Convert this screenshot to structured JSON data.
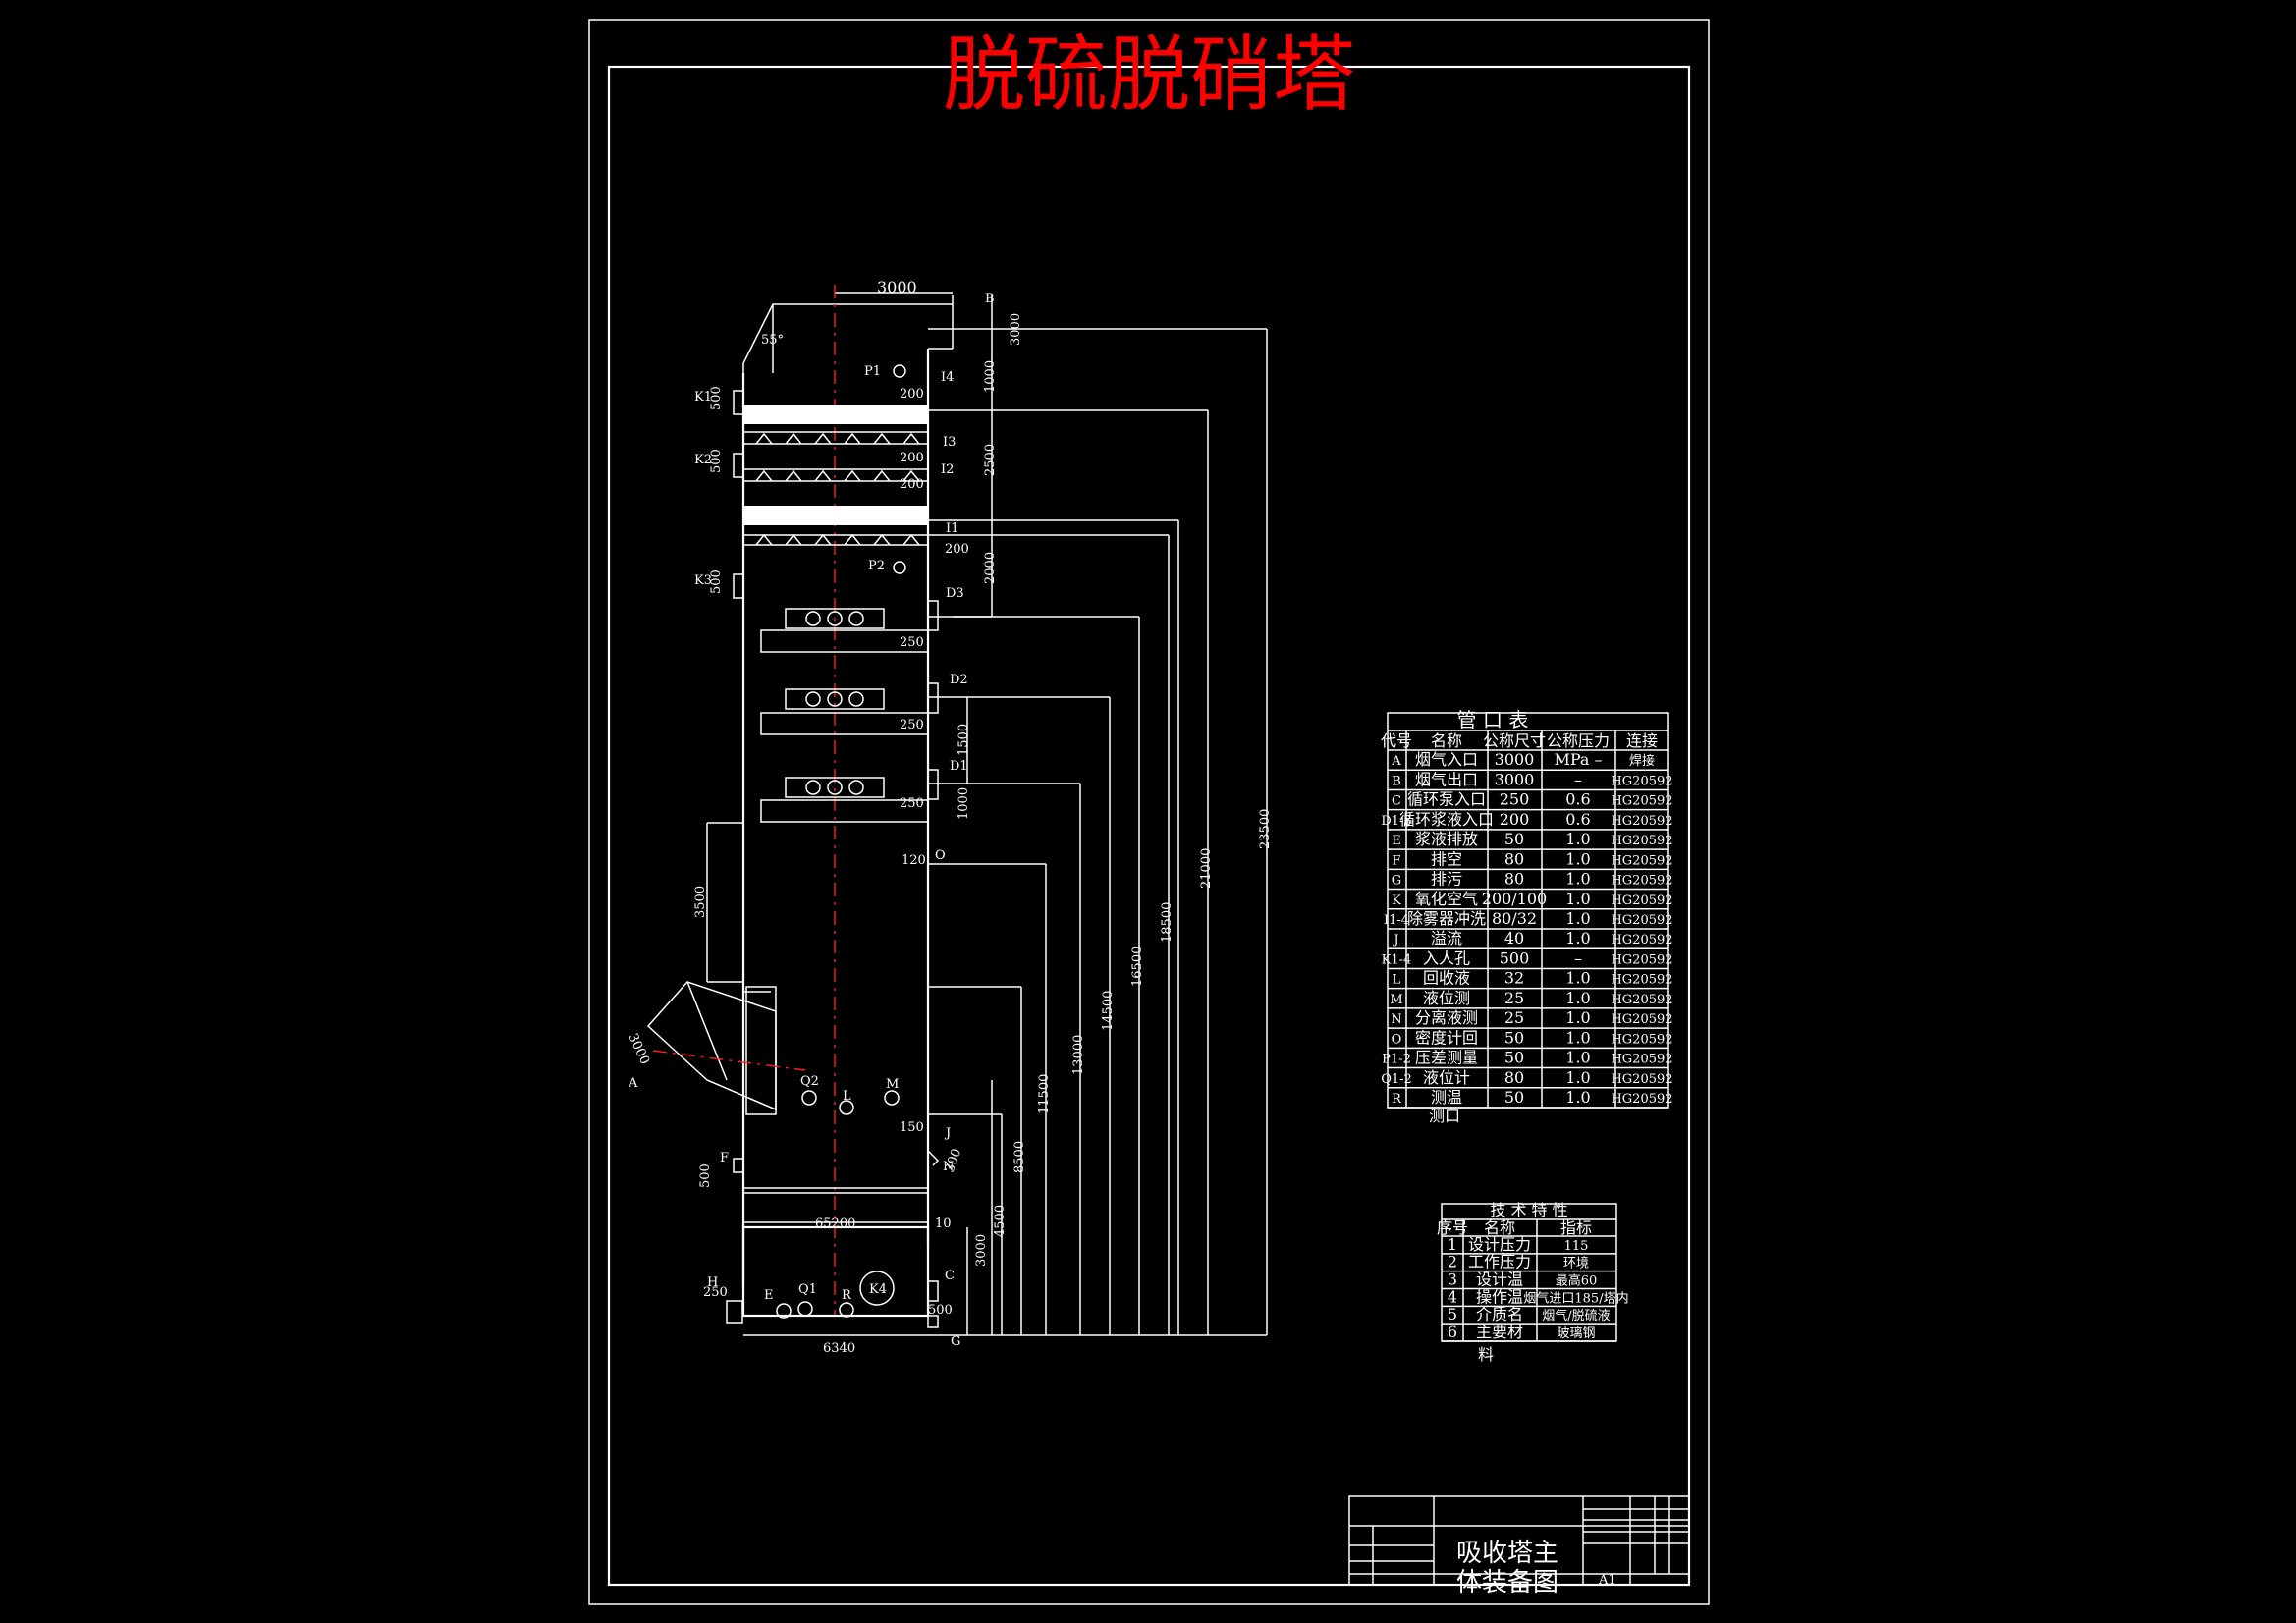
{
  "title": "脱硫脱硝塔",
  "drawing_title_line1": "吸收塔主",
  "drawing_title_line2": "体装备图",
  "sheet_size": "A1",
  "tower_labels": {
    "top_width": "3000",
    "top_B": "B",
    "top_height": "3000",
    "angle": "55°",
    "P1": "P1",
    "P2": "P2",
    "I1": "I1",
    "I2": "I2",
    "I3": "I3",
    "I4": "I4",
    "K1": "K1",
    "K2": "K2",
    "K3": "K3",
    "K4": "K4",
    "D1": "D1",
    "D2": "D2",
    "D3": "D3",
    "k500": "500",
    "d200": "200",
    "d1000": "1000",
    "d2500": "2500",
    "d2000": "2000",
    "d250": "250",
    "d1500": "1500",
    "d120": "120",
    "O": "O",
    "d3500": "3500",
    "d3000": "3000",
    "A": "A",
    "Q1": "Q1",
    "Q2": "Q2",
    "L": "L",
    "M": "M",
    "J": "J",
    "N": "N",
    "d150": "150",
    "d300": "300",
    "F": "F",
    "d500": "500",
    "d65200": "65200",
    "d10": "10",
    "E": "E",
    "R": "R",
    "C": "C",
    "G": "G",
    "d6340": "6340",
    "H": "H",
    "d4500": "4500",
    "v23500": "23500",
    "v21000": "21000",
    "v16500": "16500",
    "v18500": "18500",
    "v14500": "14500",
    "v13000": "13000",
    "v11500": "11500",
    "v8500": "8500",
    "v3000": "3000"
  },
  "nozzle_table": {
    "caption": "管 口 表",
    "headers": [
      "代号",
      "名称",
      "公称尺寸",
      "公称压力",
      "连接"
    ],
    "rows": [
      [
        "A",
        "烟气入口",
        "3000",
        "MPa –",
        "焊接"
      ],
      [
        "B",
        "烟气出口",
        "3000",
        "–",
        "HG20592"
      ],
      [
        "C",
        "循环泵入口",
        "250",
        "0.6",
        "HG20592"
      ],
      [
        "D1-3",
        "循环浆液入口",
        "200",
        "0.6",
        "HG20592"
      ],
      [
        "E",
        "浆液排放",
        "50",
        "1.0",
        "HG20592"
      ],
      [
        "F",
        "排空",
        "80",
        "1.0",
        "HG20592"
      ],
      [
        "G",
        "排污",
        "80",
        "1.0",
        "HG20592"
      ],
      [
        "K",
        "氧化空气",
        "200/100",
        "1.0",
        "HG20592"
      ],
      [
        "I1-4",
        "除雾器冲洗",
        "80/32",
        "1.0",
        "HG20592"
      ],
      [
        "J",
        "溢流",
        "40",
        "1.0",
        "HG20592"
      ],
      [
        "K1-4",
        "入人孔",
        "500",
        "–",
        "HG20592"
      ],
      [
        "L",
        "回收液",
        "32",
        "1.0",
        "HG20592"
      ],
      [
        "M",
        "液位测",
        "25",
        "1.0",
        "HG20592"
      ],
      [
        "N",
        "分离液测",
        "25",
        "1.0",
        "HG20592"
      ],
      [
        "O",
        "密度计回",
        "50",
        "1.0",
        "HG20592"
      ],
      [
        "P1-2",
        "压差测量",
        "50",
        "1.0",
        "HG20592"
      ],
      [
        "Q1-2",
        "液位计",
        "80",
        "1.0",
        "HG20592"
      ],
      [
        "R",
        "测温",
        "50",
        "1.0",
        "HG20592"
      ]
    ],
    "extra_line": "测口"
  },
  "tech_table": {
    "caption": "技 术 特 性",
    "headers": [
      "序号",
      "名称",
      "指标"
    ],
    "rows": [
      [
        "1",
        "设计压力",
        "115"
      ],
      [
        "2",
        "工作压力",
        "环境"
      ],
      [
        "3",
        "设计温",
        "最高60"
      ],
      [
        "4",
        "操作温",
        "烟气进口185/塔内"
      ],
      [
        "5",
        "介质名",
        "烟气/脱硫液"
      ],
      [
        "6",
        "主要材",
        "玻璃钢"
      ]
    ],
    "extra_line": "料"
  }
}
